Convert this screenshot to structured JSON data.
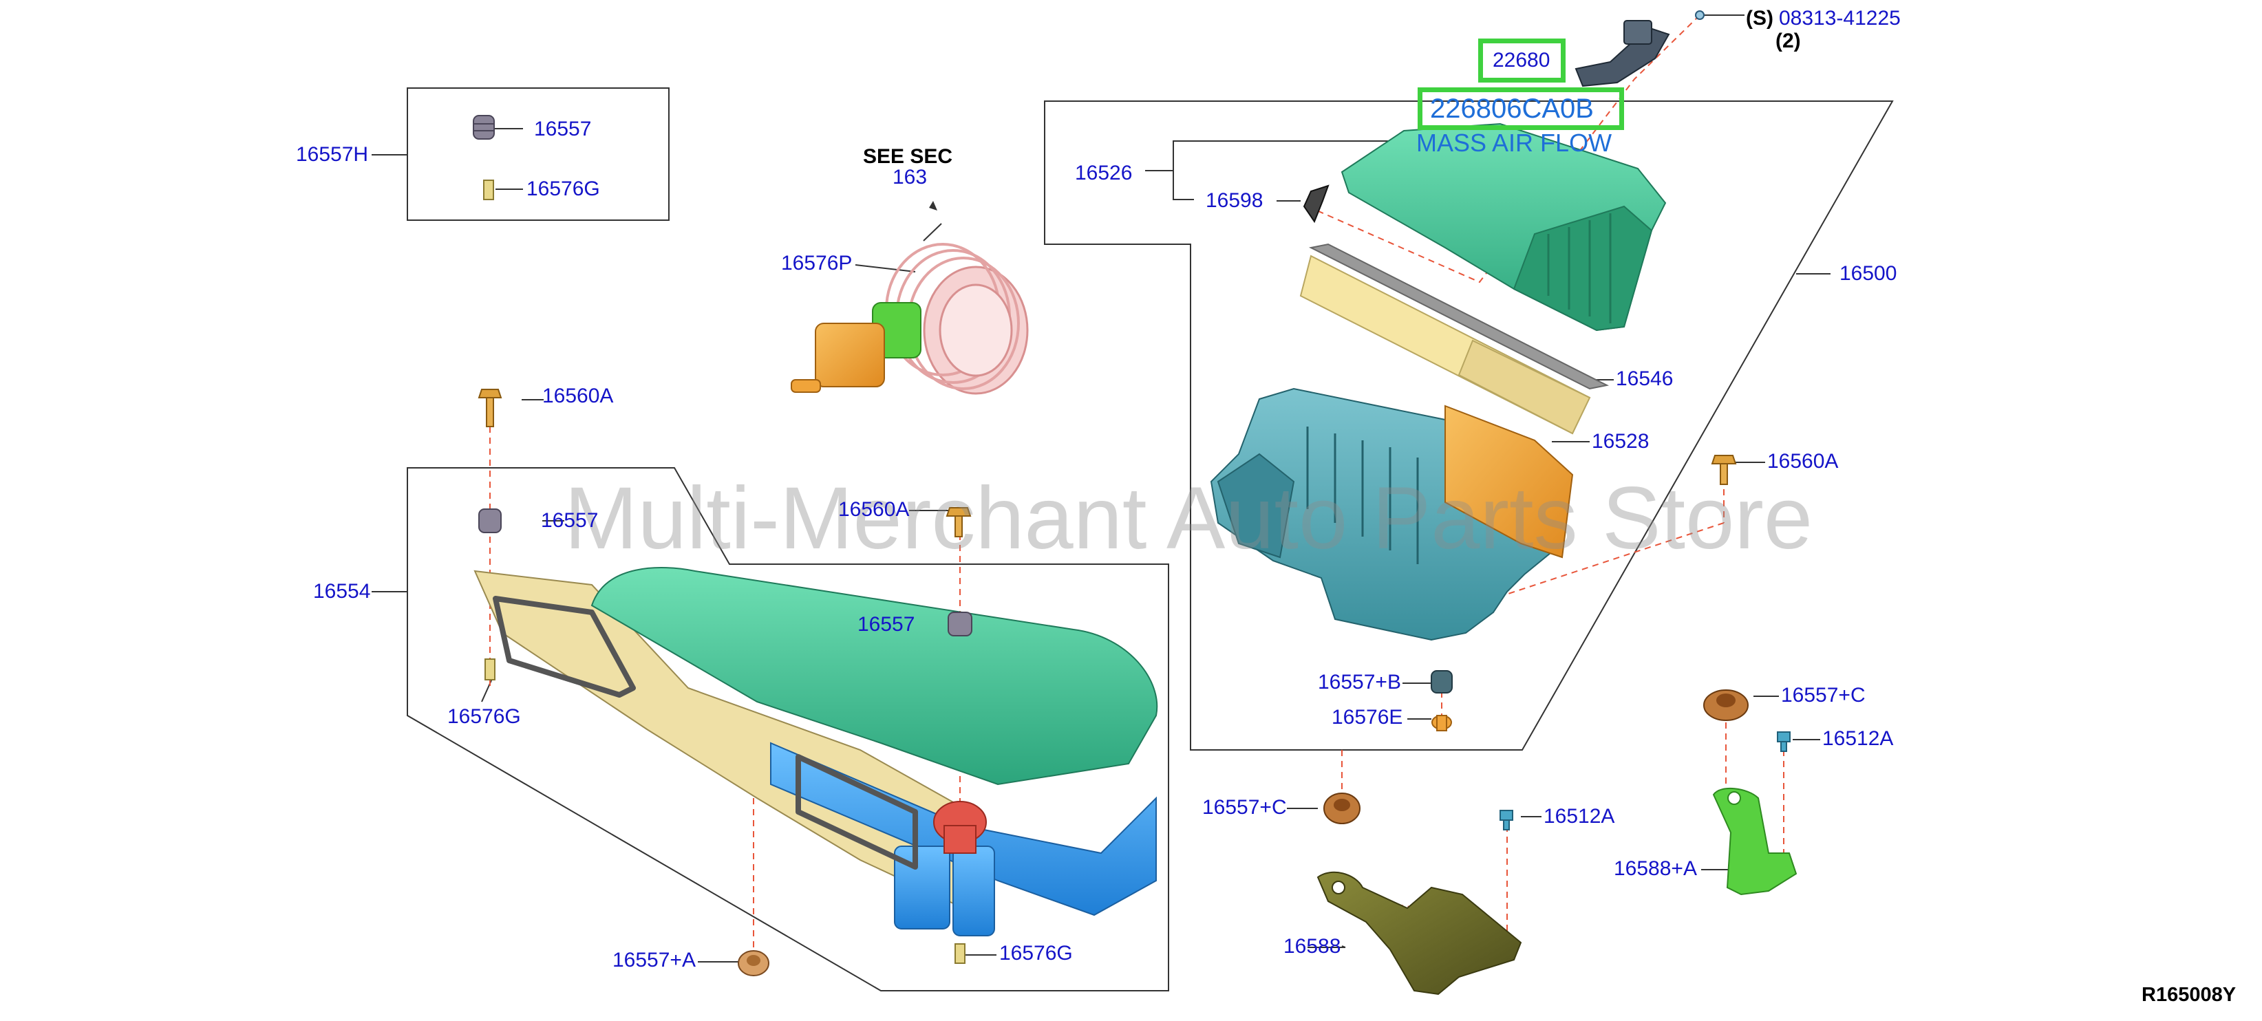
{
  "diagram": {
    "see_sec_title": "SEE SEC",
    "see_sec_number": "163",
    "watermark": "Multi-Merchant Auto Parts Store",
    "drawing_code": "R165008Y",
    "callouts": {
      "c16557H": "16557H",
      "c16557_box": "16557",
      "c16576G_box": "16576G",
      "c16576P": "16576P",
      "c16560A_left": "16560A",
      "c16557_left": "16557",
      "c16554": "16554",
      "c16576G_left": "16576G",
      "c16560A_mid": "16560A",
      "c16557_mid": "16557",
      "c16557A": "16557+A",
      "c16576G_bottom": "16576G",
      "c16526": "16526",
      "c16598": "16598",
      "c16500": "16500",
      "c16546": "16546",
      "c16528": "16528",
      "c16560A_right": "16560A",
      "c16557B": "16557+B",
      "c16576E": "16576E",
      "c16557C_mid": "16557+C",
      "c16512A_mid": "16512A",
      "c16588": "16588",
      "c16557C_right": "16557+C",
      "c16512A_right": "16512A",
      "c16588A": "16588+A",
      "c22680": "22680",
      "c08313_prefix": "(S)",
      "c08313": "08313-41225",
      "c08313_qty": "(2)"
    },
    "maf": {
      "part_number": "226806CA0B",
      "name": "MASS AIR FLOW"
    }
  },
  "colors": {
    "callout_text": "#1414c8",
    "highlight": "#3fd13f",
    "maf_text": "#1e6ed8",
    "leader": "#333333",
    "dash": "#e8553a",
    "duct_green": "#3fbf95",
    "housing_teal": "#4fa7b5",
    "filter_yellow": "#f6e6a4",
    "orange_part": "#f0a43a",
    "olive_bracket": "#6b6b2a",
    "bright_green": "#58d040",
    "blue_part": "#3a9fe8",
    "pink_hose": "#f3bcbc"
  },
  "icons": [
    "bolt-icon",
    "grommet-icon",
    "clip-icon",
    "nut-icon"
  ]
}
